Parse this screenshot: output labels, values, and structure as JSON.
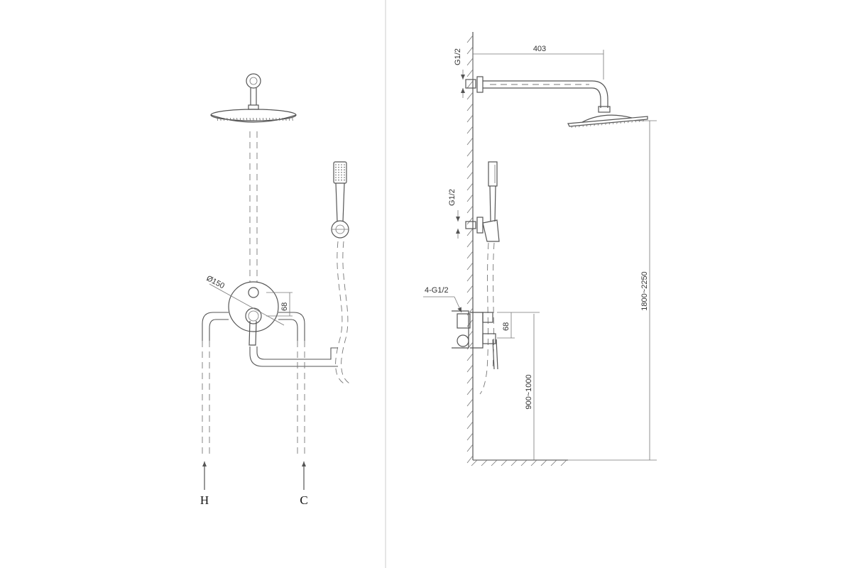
{
  "front_view": {
    "diameter_label": "Ø150",
    "height_label": "68",
    "inlet_hot_label": "H",
    "inlet_cold_label": "C"
  },
  "side_view": {
    "arm_length_label": "403",
    "shower_thread_label": "G1/2",
    "hand_thread_label": "G1/2",
    "valve_thread_label": "4-G1/2",
    "valve_height_label": "68",
    "mixer_height_label": "900~1000",
    "shower_height_label": "1800~2250"
  },
  "colors": {
    "line": "#555555",
    "background": "#ffffff",
    "divider": "#cccccc"
  }
}
